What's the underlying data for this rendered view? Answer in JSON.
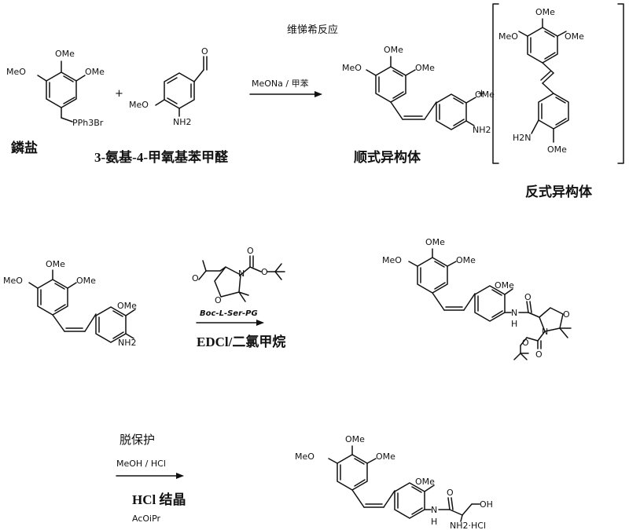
{
  "title": "维悌希反应",
  "row1": {
    "reagent1": {
      "ome_top": "OMe",
      "ome_left": "MeO",
      "ome_right": "OMe",
      "pph3br": "PPh3Br",
      "name": "鏻盐"
    },
    "plus1": "+",
    "reagent2": {
      "cho": "O",
      "ome": "MeO",
      "nh2": "NH2",
      "name": "3-氨基-4-甲氧基苯甲醛"
    },
    "conditions": "MeONa / 甲苯",
    "product_cis": {
      "ome_top": "OMe",
      "ome_left": "MeO",
      "ome_right": "OMe",
      "ome_ring": "OMe",
      "nh2": "NH2",
      "name": "顺式异构体"
    },
    "plus2": "+",
    "product_trans": {
      "ome_top": "OMe",
      "ome_left": "MeO",
      "ome_right": "OMe",
      "h2n": "H2N",
      "ome_bottom": "OMe",
      "name": "反式异构体"
    }
  },
  "row2": {
    "start": {
      "ome_top": "OMe",
      "ome_left": "MeO",
      "ome_right": "OMe",
      "ome_ring": "OMe",
      "nh2": "NH2"
    },
    "reagent": {
      "name": "Boc-L-Ser-PG",
      "o_acid": "O",
      "o_ring": "O",
      "n": "N",
      "o_boc1": "O",
      "o_boc2": "O"
    },
    "conditions": "EDCl/二氯甲烷",
    "product": {
      "ome_top": "OMe",
      "ome_left": "MeO",
      "ome_right": "OMe",
      "ome_ring": "OMe",
      "n": "N",
      "h": "H",
      "o": "O",
      "n_ring": "N",
      "o_ring": "O",
      "o_boc1": "O",
      "o_boc2": "O"
    }
  },
  "row3": {
    "cond_top": "脱保护",
    "cond_reagent": "MeOH / HCl",
    "cond_bold": "HCl 结晶",
    "cond_solvent": "AcOiPr",
    "product": {
      "ome_top": "OMe",
      "ome_left": "MeO",
      "ome_right": "OMe",
      "ome_ring": "OMe",
      "n": "N",
      "h": "H",
      "o": "O",
      "oh": "OH",
      "nh2hcl": "NH2·HCl"
    }
  }
}
